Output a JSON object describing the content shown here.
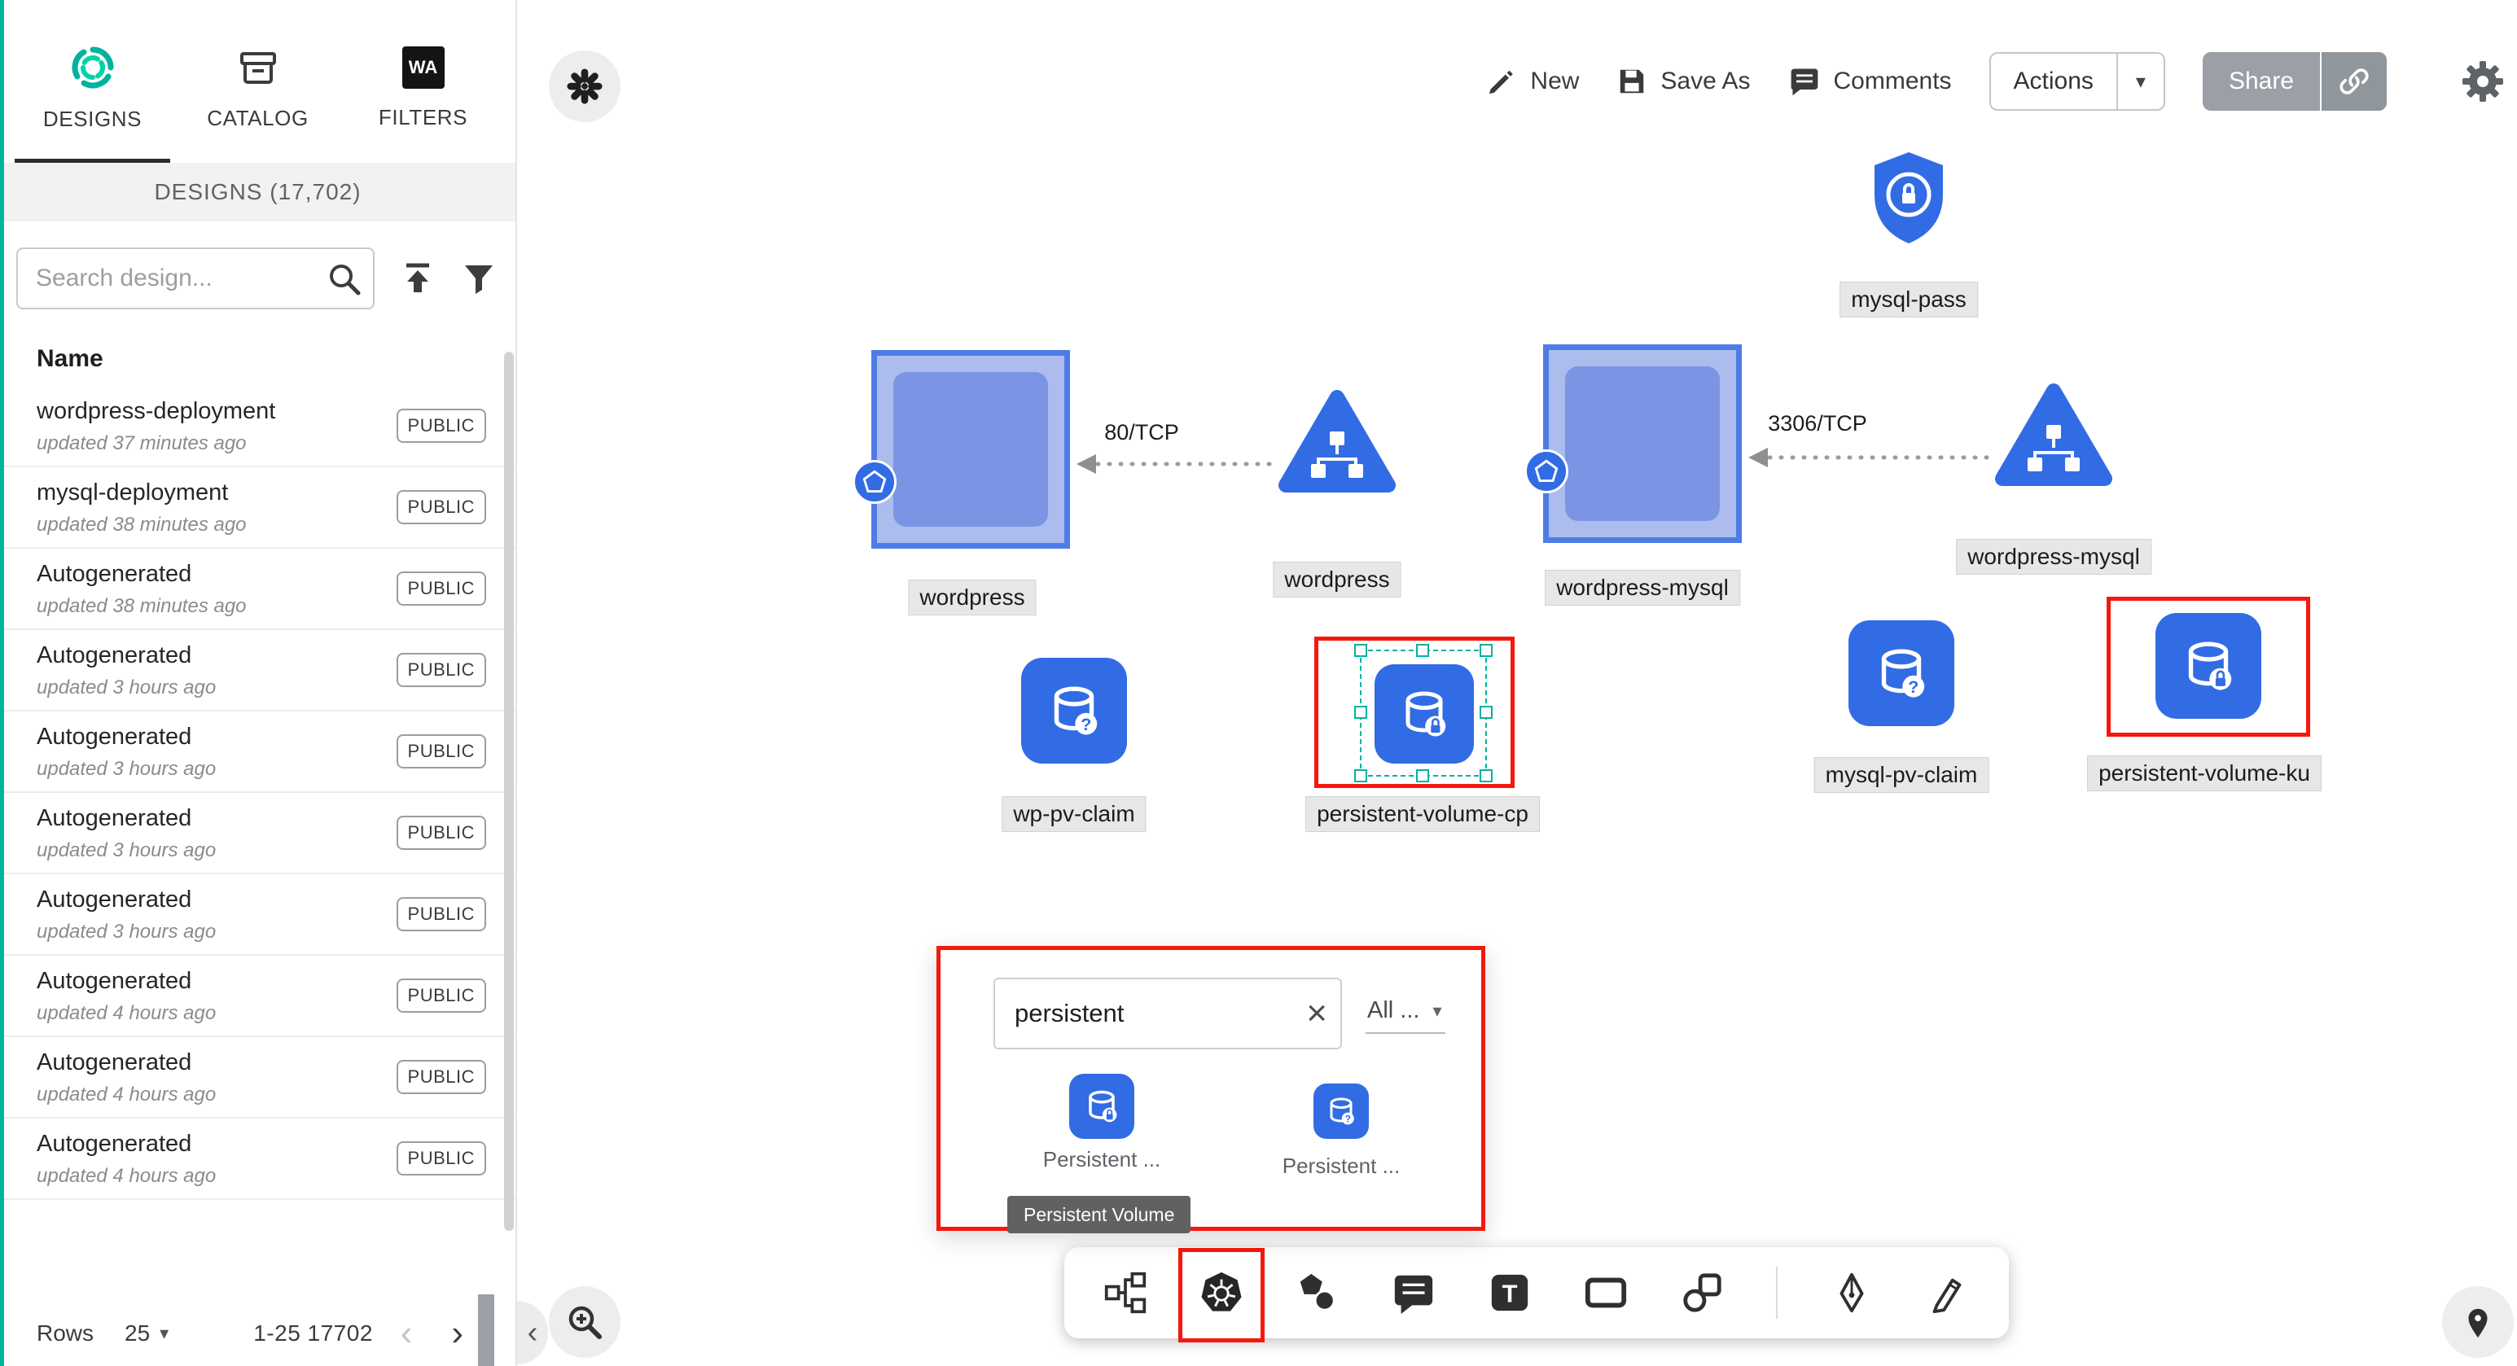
{
  "colors": {
    "k8s_blue": "#326CE5",
    "annotation_red": "#f5180d",
    "brand_teal": "#00B39F",
    "share_gray": "#9aa0a6",
    "selection_teal": "#00B39F"
  },
  "icons": {
    "caret": "▾",
    "chevron_left": "‹",
    "chevron_right": "›",
    "collapse": "‹",
    "close": "×",
    "wa": "WA",
    "t": "T",
    "question": "?"
  },
  "sidebar": {
    "tabs": [
      {
        "label": "DESIGNS"
      },
      {
        "label": "CATALOG"
      },
      {
        "label": "FILTERS"
      }
    ],
    "section_title": "DESIGNS (17,702)",
    "search_placeholder": "Search design...",
    "name_header": "Name",
    "designs": [
      {
        "name": "wordpress-deployment",
        "updated": "updated 37 minutes ago",
        "badge": "PUBLIC"
      },
      {
        "name": "mysql-deployment",
        "updated": "updated 38 minutes ago",
        "badge": "PUBLIC"
      },
      {
        "name": "Autogenerated",
        "updated": "updated 38 minutes ago",
        "badge": "PUBLIC"
      },
      {
        "name": "Autogenerated",
        "updated": "updated 3 hours ago",
        "badge": "PUBLIC"
      },
      {
        "name": "Autogenerated",
        "updated": "updated 3 hours ago",
        "badge": "PUBLIC"
      },
      {
        "name": "Autogenerated",
        "updated": "updated 3 hours ago",
        "badge": "PUBLIC"
      },
      {
        "name": "Autogenerated",
        "updated": "updated 3 hours ago",
        "badge": "PUBLIC"
      },
      {
        "name": "Autogenerated",
        "updated": "updated 4 hours ago",
        "badge": "PUBLIC"
      },
      {
        "name": "Autogenerated",
        "updated": "updated 4 hours ago",
        "badge": "PUBLIC"
      },
      {
        "name": "Autogenerated",
        "updated": "updated 4 hours ago",
        "badge": "PUBLIC"
      }
    ],
    "pagination": {
      "rows_label": "Rows",
      "rows_per_page": "25",
      "range": "1-25 17702"
    }
  },
  "toolbar": {
    "new_label": "New",
    "save_as_label": "Save As",
    "comments_label": "Comments",
    "actions_label": "Actions",
    "share_label": "Share"
  },
  "canvas": {
    "nodes": {
      "mysql_pass": "mysql-pass",
      "wordpress_deployment": "wordpress",
      "wordpress_service": "wordpress",
      "wordpress_mysql_deployment": "wordpress-mysql",
      "wordpress_mysql_service": "wordpress-mysql",
      "wp_pv_claim": "wp-pv-claim",
      "persistent_volume_cp": "persistent-volume-cp",
      "mysql_pv_claim": "mysql-pv-claim",
      "persistent_volume_ku": "persistent-volume-ku"
    },
    "edges": {
      "wordpress_port": "80/TCP",
      "mysql_port": "3306/TCP"
    }
  },
  "search_panel": {
    "query": "persistent",
    "filter": "All ...",
    "results": [
      {
        "label": "Persistent ..."
      },
      {
        "label": "Persistent ..."
      }
    ],
    "tooltip": "Persistent Volume"
  }
}
